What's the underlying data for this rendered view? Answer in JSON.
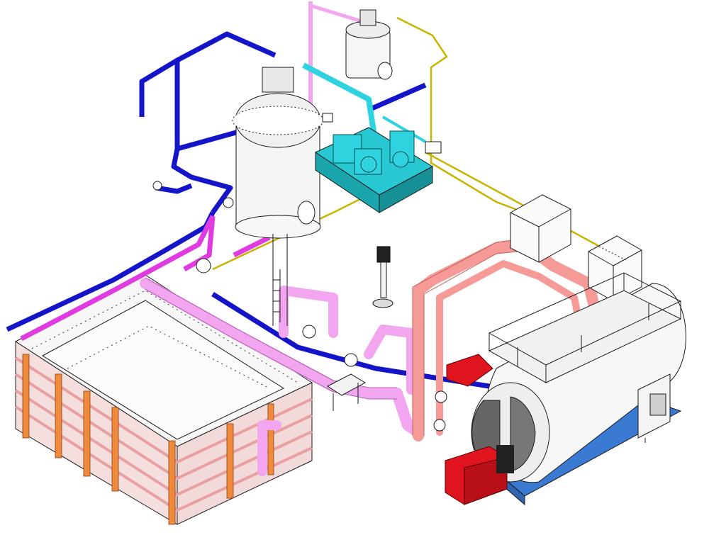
{
  "diagram": {
    "kind": "isometric piping layout",
    "text_labels": []
  },
  "colors": {
    "background": "#ffffff",
    "pipe_blue": "#1414c8",
    "pipe_magenta": "#e03be0",
    "pipe_pink_light": "#f3a6f0",
    "pipe_cyan": "#2fd3e0",
    "pipe_salmon": "#f59a96",
    "pipe_thin_yellow": "#c8b400",
    "tank_orange": "#f08a3c",
    "skid_cyan": "#28c8d2",
    "burner_red": "#e0141e",
    "boiler_base_blue": "#3a7ad2",
    "equipment_outline": "#1a1a1a",
    "equipment_fill": "#f8f8f8"
  },
  "components": [
    {
      "id": "steam-boiler",
      "icon": "boiler-icon"
    },
    {
      "id": "burner",
      "icon": "burner-icon"
    },
    {
      "id": "control-panel",
      "icon": "panel-icon"
    },
    {
      "id": "deaerator-vessel",
      "icon": "vessel-icon"
    },
    {
      "id": "condensate-vessel",
      "icon": "vessel-icon"
    },
    {
      "id": "pump-skid",
      "icon": "pump-icon"
    },
    {
      "id": "water-tank",
      "icon": "tank-icon"
    },
    {
      "id": "ibc-containers",
      "icon": "container-icon"
    },
    {
      "id": "vertical-pump",
      "icon": "pump-icon"
    },
    {
      "id": "dosing-unit",
      "icon": "valve-icon"
    }
  ]
}
